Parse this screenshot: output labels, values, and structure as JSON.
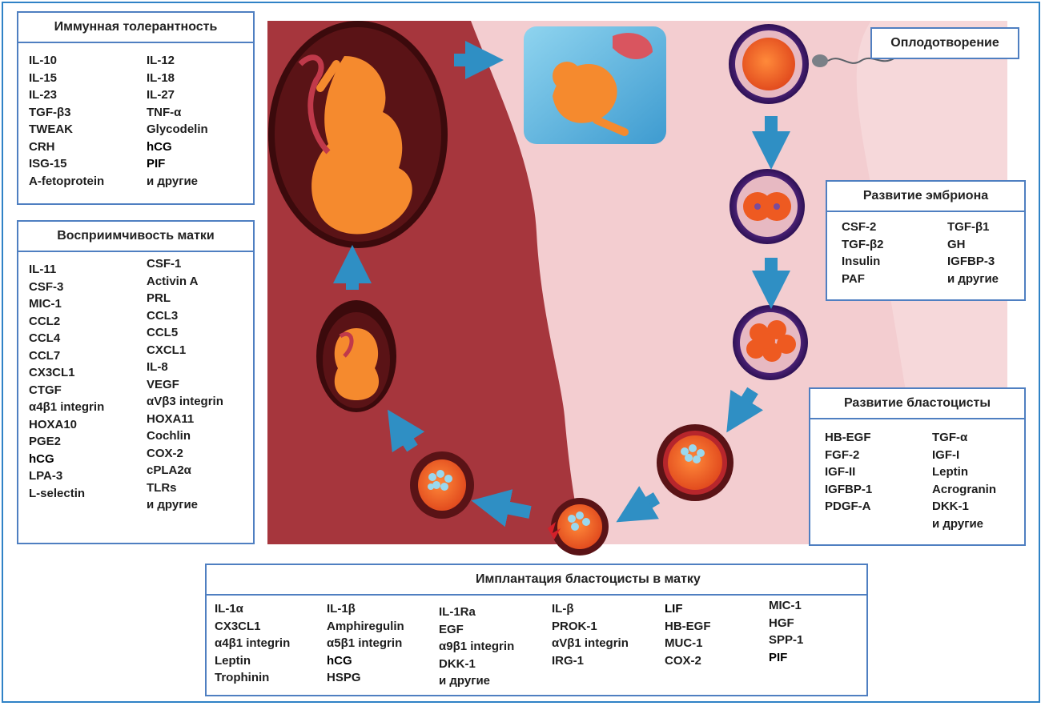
{
  "stage_label": "Оплодотворение",
  "immune": {
    "title": "Иммунная толерантность",
    "left": [
      "IL-10",
      "IL-15",
      "IL-23",
      "TGF-β3",
      "TWEAK",
      "CRH",
      "ISG-15",
      "A-fetoprotein"
    ],
    "right": [
      "IL-12",
      "IL-18",
      "IL-27",
      "TNF-α",
      "Glycodelin",
      "hCG",
      "PIF",
      "и другие"
    ]
  },
  "receptivity": {
    "title": "Восприимчивость матки",
    "left": [
      "IL-11",
      "CSF-3",
      "MIC-1",
      "CCL2",
      "CCL4",
      "CCL7",
      "CX3CL1",
      "CTGF",
      "α4β1 integrin",
      "HOXA10",
      "PGE2",
      "hCG",
      "LPA-3",
      "L-selectin"
    ],
    "right": [
      "CSF-1",
      "Activin A",
      "PRL",
      "CCL3",
      "CCL5",
      "CXCL1",
      "IL-8",
      "VEGF",
      "αVβ3 integrin",
      "HOXA11",
      "Cochlin",
      "COX-2",
      "cPLA2α",
      "TLRs",
      "и другие"
    ]
  },
  "embryo": {
    "title": "Развитие эмбриона",
    "left": [
      "CSF-2",
      "TGF-β2",
      "Insulin",
      "PAF"
    ],
    "right": [
      "TGF-β1",
      "GH",
      "IGFBP-3",
      "и другие"
    ]
  },
  "blastocyst": {
    "title": "Развитие бластоцисты",
    "left": [
      "HB-EGF",
      "FGF-2",
      "IGF-II",
      "IGFBP-1",
      "PDGF-A"
    ],
    "right": [
      "TGF-α",
      "IGF-I",
      "Leptin",
      "Acrogranin",
      "DKK-1",
      "и другие"
    ]
  },
  "implantation": {
    "title": "Имплантация бластоцисты в матку",
    "col1": [
      "IL-1α",
      "CX3CL1",
      "α4β1 integrin",
      "Leptin",
      "Trophinin"
    ],
    "col2": [
      "IL-1β",
      "Amphiregulin",
      "α5β1 integrin",
      "hCG",
      "HSPG"
    ],
    "col3": [
      "IL-1Ra",
      "EGF",
      "α9β1 integrin",
      "DKK-1",
      "и другие"
    ],
    "col4": [
      "IL-β",
      "PROK-1",
      "αVβ1 integrin",
      "IRG-1"
    ],
    "col5": [
      "LIF",
      "HB-EGF",
      "MUC-1",
      "COX-2"
    ],
    "col6": [
      "MIC-1",
      "HGF",
      "SPP-1",
      "PIF"
    ]
  },
  "colors": {
    "frame": "#2f82c6",
    "box_border": "#4f7fc1",
    "uterus_dark": "#a33a40",
    "uterus_light": "#f4c9cb",
    "arrow": "#2f8fc4",
    "embryo": "#f58a2e"
  }
}
